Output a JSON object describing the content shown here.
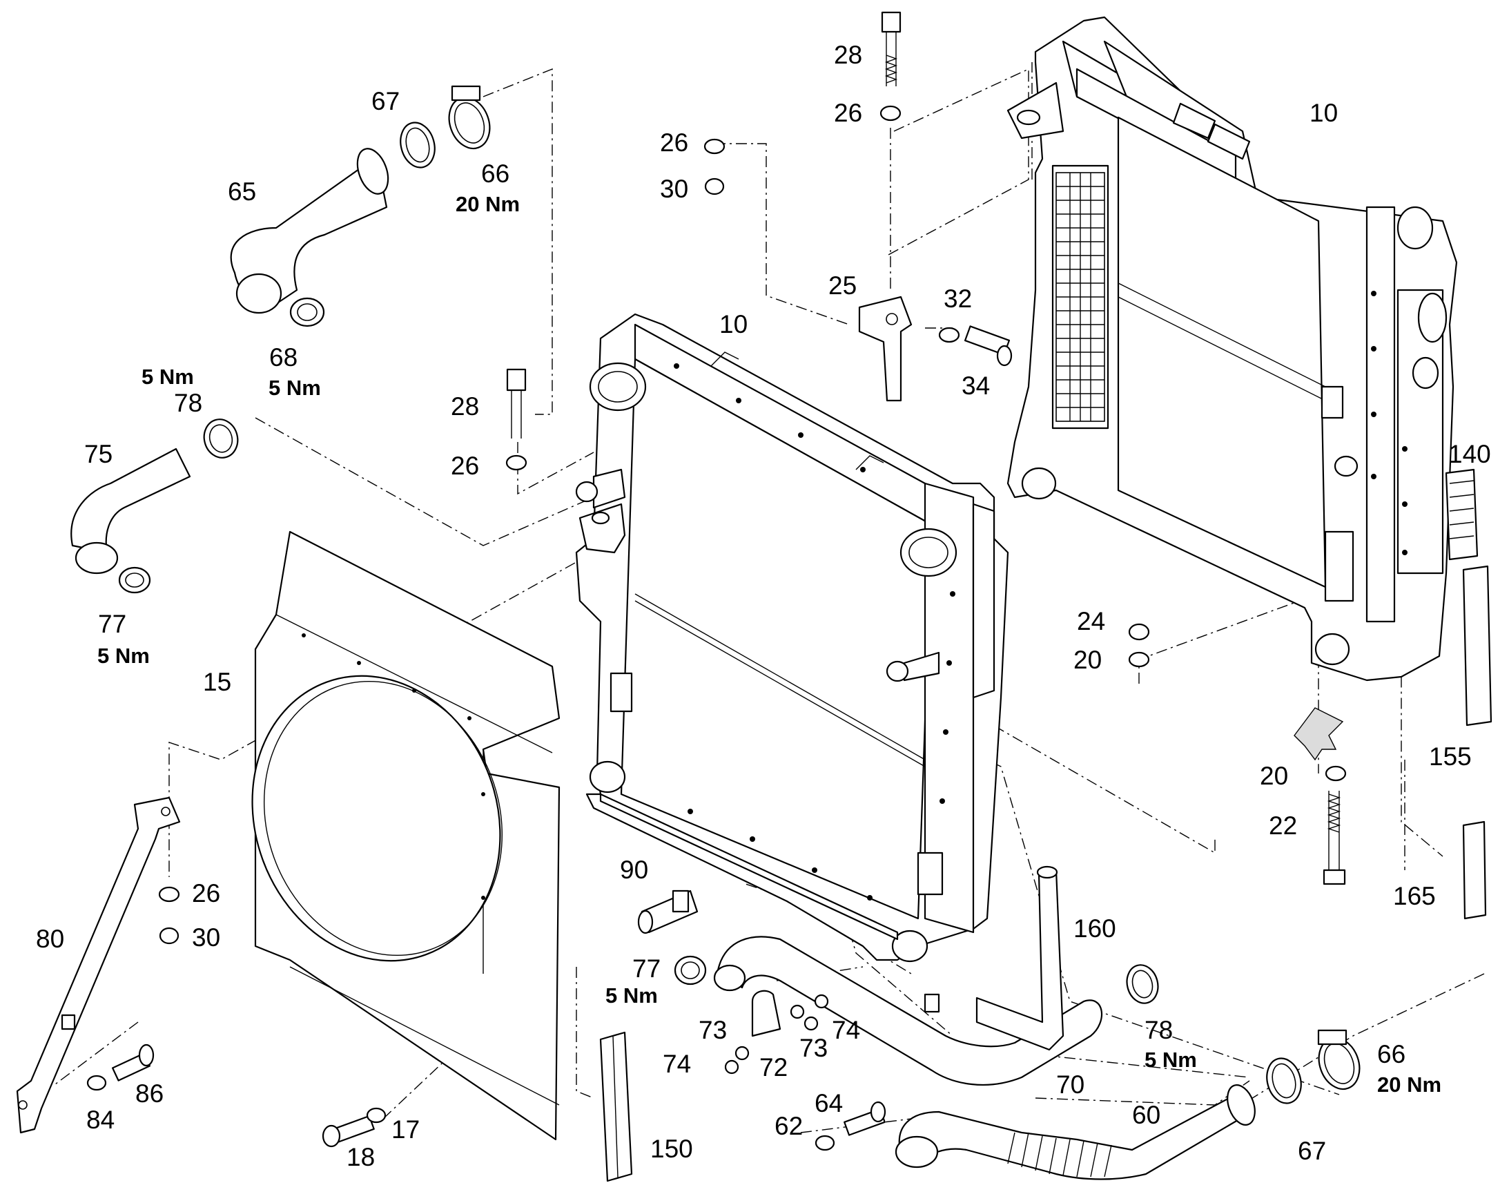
{
  "callouts": [
    {
      "id": "c28a",
      "text": "28"
    },
    {
      "id": "c26a",
      "text": "26"
    },
    {
      "id": "c10a",
      "text": "10"
    },
    {
      "id": "c26b",
      "text": "26"
    },
    {
      "id": "c30a",
      "text": "30"
    },
    {
      "id": "c67a",
      "text": "67"
    },
    {
      "id": "c66a",
      "text": "66"
    },
    {
      "id": "c65",
      "text": "65"
    },
    {
      "id": "c68",
      "text": "68"
    },
    {
      "id": "c25",
      "text": "25"
    },
    {
      "id": "c32",
      "text": "32"
    },
    {
      "id": "c34",
      "text": "34"
    },
    {
      "id": "c10b",
      "text": "10"
    },
    {
      "id": "c78a",
      "text": "78"
    },
    {
      "id": "c75",
      "text": "75"
    },
    {
      "id": "c28b",
      "text": "28"
    },
    {
      "id": "c26c",
      "text": "26"
    },
    {
      "id": "c140",
      "text": "140"
    },
    {
      "id": "c77a",
      "text": "77"
    },
    {
      "id": "c15",
      "text": "15"
    },
    {
      "id": "c24",
      "text": "24"
    },
    {
      "id": "c20a",
      "text": "20"
    },
    {
      "id": "c20b",
      "text": "20"
    },
    {
      "id": "c155",
      "text": "155"
    },
    {
      "id": "c22",
      "text": "22"
    },
    {
      "id": "c26d",
      "text": "26"
    },
    {
      "id": "c30b",
      "text": "30"
    },
    {
      "id": "c80",
      "text": "80"
    },
    {
      "id": "c90",
      "text": "90"
    },
    {
      "id": "c165",
      "text": "165"
    },
    {
      "id": "c160",
      "text": "160"
    },
    {
      "id": "c77b",
      "text": "77"
    },
    {
      "id": "c78b",
      "text": "78"
    },
    {
      "id": "c73a",
      "text": "73"
    },
    {
      "id": "c74a",
      "text": "74"
    },
    {
      "id": "c74b",
      "text": "74"
    },
    {
      "id": "c72",
      "text": "72"
    },
    {
      "id": "c73b",
      "text": "73"
    },
    {
      "id": "c70",
      "text": "70"
    },
    {
      "id": "c66b",
      "text": "66"
    },
    {
      "id": "c84",
      "text": "84"
    },
    {
      "id": "c86",
      "text": "86"
    },
    {
      "id": "c64",
      "text": "64"
    },
    {
      "id": "c60",
      "text": "60"
    },
    {
      "id": "c62",
      "text": "62"
    },
    {
      "id": "c17",
      "text": "17"
    },
    {
      "id": "c18",
      "text": "18"
    },
    {
      "id": "c150",
      "text": "150"
    },
    {
      "id": "c67b",
      "text": "67"
    }
  ],
  "torques": [
    {
      "id": "t66a",
      "text": "20 Nm"
    },
    {
      "id": "t68",
      "text": "5 Nm"
    },
    {
      "id": "t78a",
      "text": "5 Nm"
    },
    {
      "id": "t77a",
      "text": "5 Nm"
    },
    {
      "id": "t77b",
      "text": "5 Nm"
    },
    {
      "id": "t78b",
      "text": "5 Nm"
    },
    {
      "id": "t66b",
      "text": "20 Nm"
    }
  ]
}
